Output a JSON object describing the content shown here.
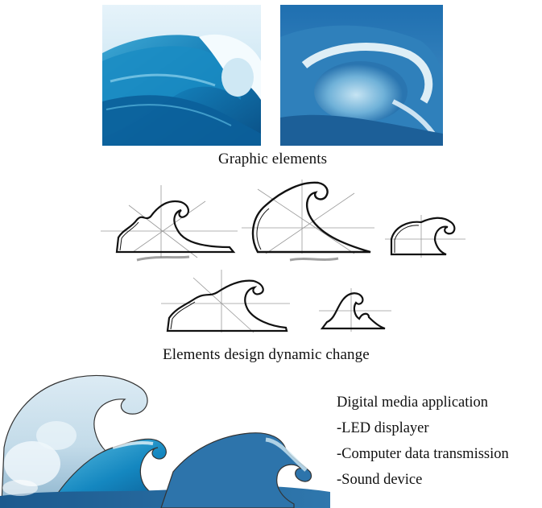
{
  "graphic_elements_caption": "Graphic elements",
  "design_change_caption": "Elements design dynamic change",
  "application": {
    "heading": "Digital media application",
    "items": [
      "-LED displayer",
      "-Computer data transmission",
      "-Sound device"
    ]
  },
  "colors": {
    "wave_dark": "#0d5f9c",
    "wave_mid": "#2c8fc4",
    "wave_light": "#7cc6e6",
    "foam": "#e9f5fb",
    "sky": "#d9ebf5",
    "sketch_line": "#111111",
    "construction_line": "#9a9a9a"
  }
}
